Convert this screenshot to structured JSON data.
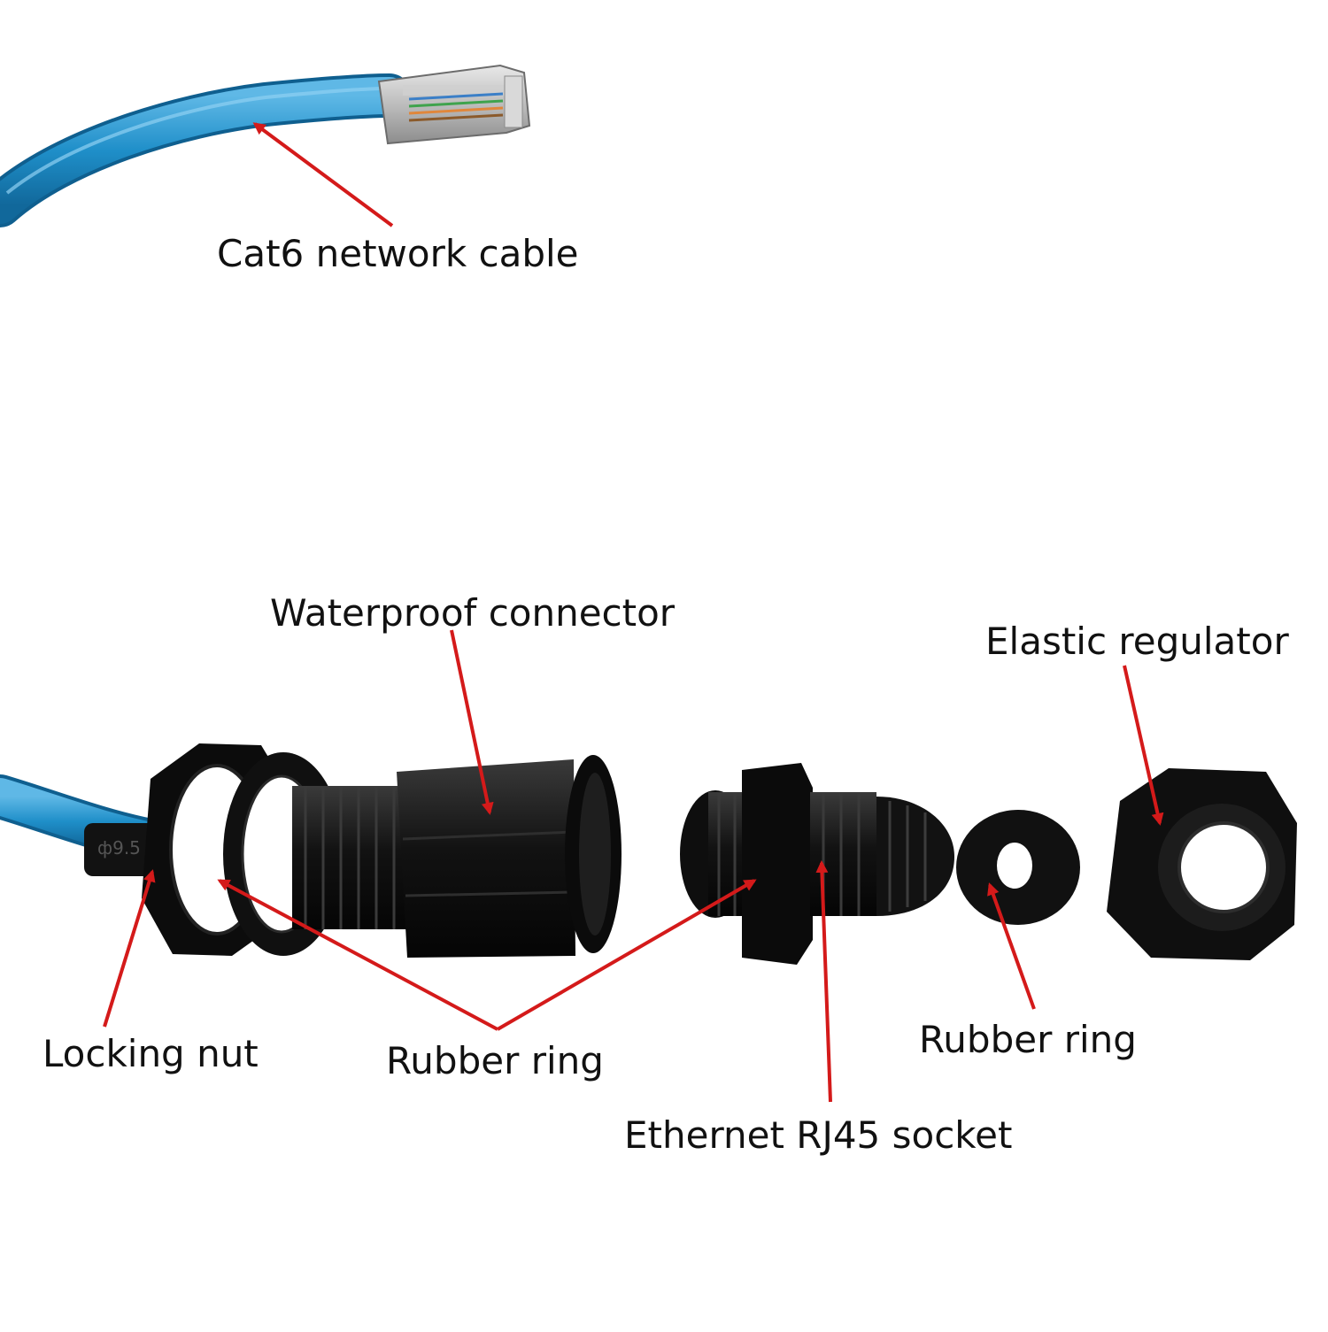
{
  "labels": {
    "cable": "Cat6 network cable",
    "waterproof_connector": "Waterproof connector",
    "elastic_regulator": "Elastic regulator",
    "locking_nut": "Locking nut",
    "rubber_ring_left": "Rubber ring",
    "rubber_ring_right": "Rubber ring",
    "ethernet_socket": "Ethernet RJ45 socket"
  },
  "colors": {
    "cable": "#1f8fc9",
    "plastic": "#111111",
    "arrow": "#d41a1a",
    "background": "#ffffff"
  },
  "icons": [
    "rj45-plug-icon",
    "cable-icon",
    "locking-nut-icon",
    "rubber-ring-icon",
    "waterproof-connector-icon",
    "rj45-socket-icon",
    "elastic-regulator-icon"
  ]
}
